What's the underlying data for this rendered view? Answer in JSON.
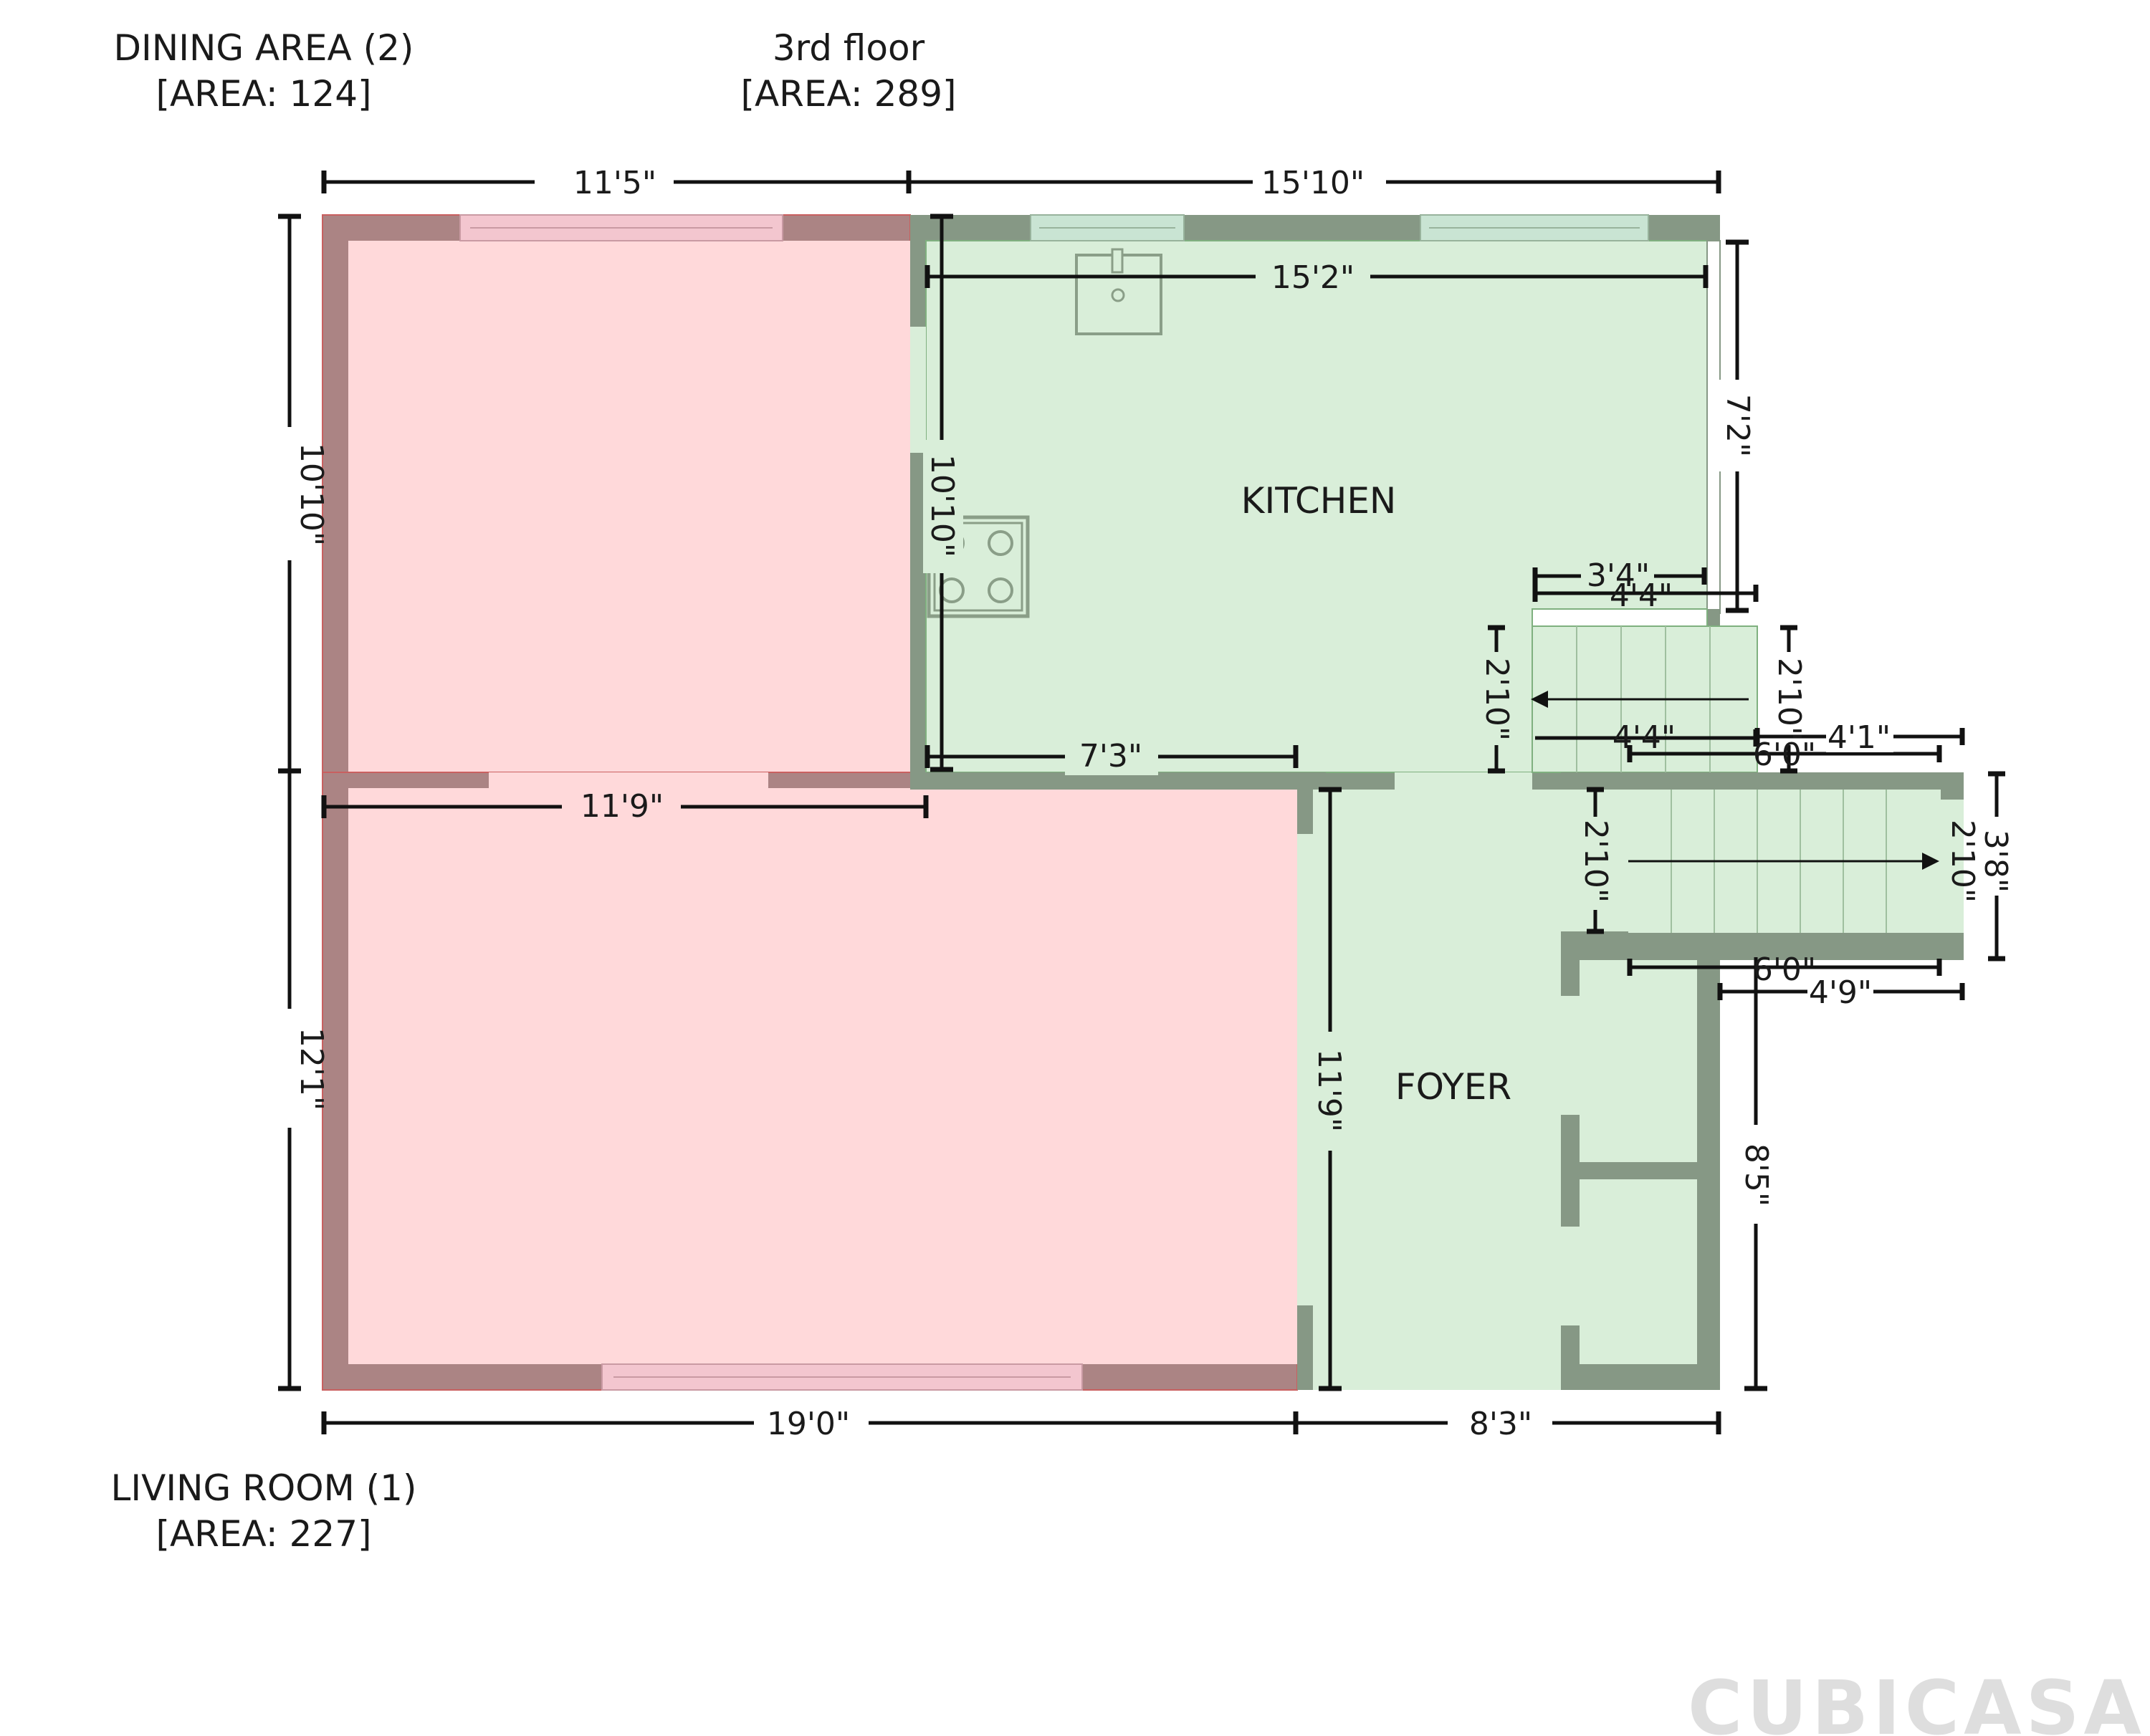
{
  "floor": {
    "name": "3rd floor",
    "area": "[AREA: 289]"
  },
  "legend": {
    "dining": {
      "name": "DINING AREA (2)",
      "area": "[AREA: 124]"
    },
    "living": {
      "name": "LIVING ROOM (1)",
      "area": "[AREA: 227]"
    }
  },
  "rooms": {
    "kitchen": "KITCHEN",
    "foyer": "FOYER"
  },
  "dimensions": {
    "top_left": "11'5\"",
    "top_right": "15'10\"",
    "bottom_left": "19'0\"",
    "bottom_right": "8'3\"",
    "left_upper": "10'10\"",
    "left_lower": "12'1\"",
    "kitchen_width": "15'2\"",
    "kitchen_height": "10'10\"",
    "kitchen_right": "7'2\"",
    "kitchen_bottom": "7'3\"",
    "living_top": "11'9\"",
    "foyer_height": "11'9\"",
    "foyer_right": "8'5\"",
    "stair_upper_w1": "3'4\"",
    "stair_upper_w2": "4'4\"",
    "stair_upper_bottom": "4'4\"",
    "stair_upper_left": "2'10\"",
    "stair_upper_right": "2'10\"",
    "stair_lower_top": "6'0\"",
    "stair_lower_top_right": "4'1\"",
    "stair_lower_left": "2'10\"",
    "stair_lower_right_inner": "2'10\"",
    "stair_lower_right_outer": "3'8\"",
    "stair_lower_bottom": "6'0\"",
    "stair_lower_bottom_right": "4'9\""
  },
  "colors": {
    "dining_living_fill": "#ffd9da",
    "dining_living_wall": "#ab8484",
    "kitchen_foyer_fill": "#d9eed9",
    "kitchen_foyer_wall": "#869885"
  },
  "logo": "CUBICASA"
}
